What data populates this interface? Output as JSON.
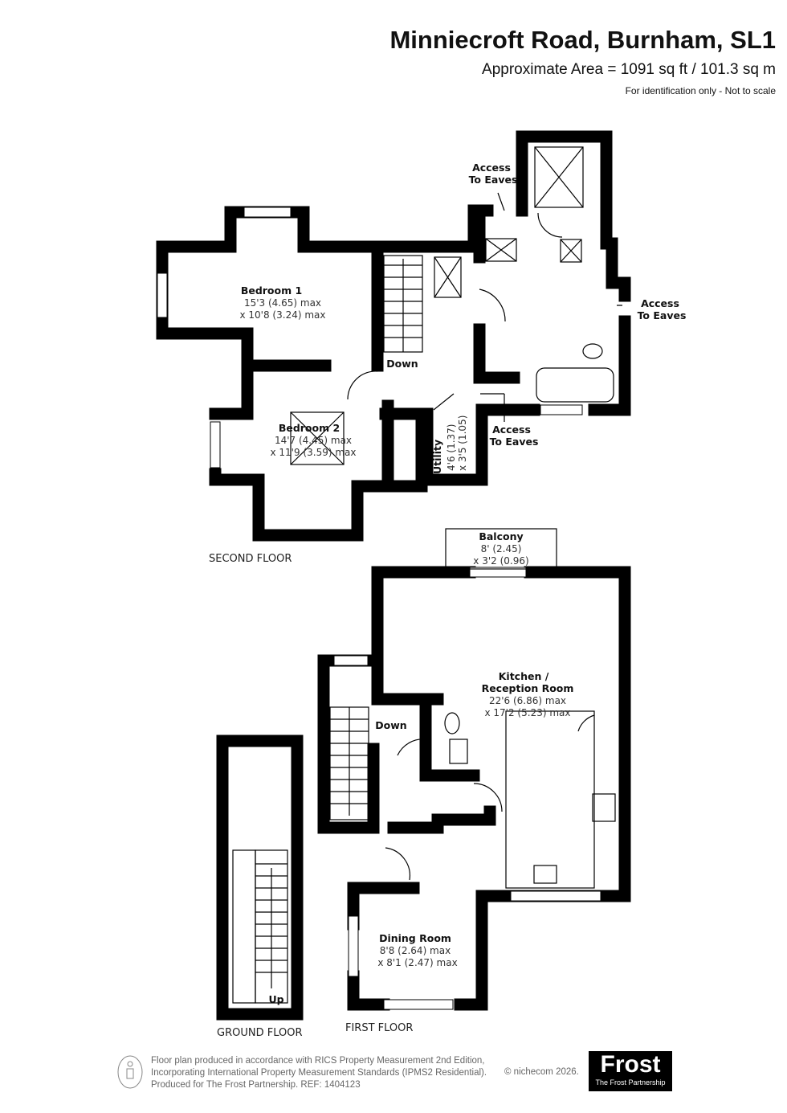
{
  "header": {
    "title": "Minniecroft Road, Burnham, SL1",
    "area": "Approximate Area = 1091 sq ft / 101.3 sq m",
    "disclaimer": "For identification only - Not to scale"
  },
  "second_floor": {
    "label": "SECOND FLOOR",
    "bedroom1": {
      "name": "Bedroom 1",
      "dim1": "15'3 (4.65) max",
      "dim2": "x 10'8 (3.24) max"
    },
    "bedroom2": {
      "name": "Bedroom 2",
      "dim1": "14'7 (4.45) max",
      "dim2": "x 11'9 (3.59) max"
    },
    "utility": {
      "name": "Utility",
      "dim1": "4'6 (1.37)",
      "dim2": "x 3'5 (1.05)"
    },
    "stairs": "Down",
    "eaves1": [
      "Access",
      "To Eaves"
    ],
    "eaves2": [
      "Access",
      "To Eaves"
    ],
    "eaves3": [
      "Access",
      "To Eaves"
    ]
  },
  "first_floor": {
    "label": "FIRST FLOOR",
    "balcony": {
      "name": "Balcony",
      "dim1": "8' (2.45)",
      "dim2": "x 3'2 (0.96)"
    },
    "kitchen": {
      "name1": "Kitchen /",
      "name2": "Reception Room",
      "dim1": "22'6 (6.86) max",
      "dim2": "x 17'2 (5.23) max"
    },
    "dining": {
      "name": "Dining Room",
      "dim1": "8'8 (2.64) max",
      "dim2": "x 8'1 (2.47) max"
    },
    "stairs": "Down"
  },
  "ground_floor": {
    "label": "GROUND FLOOR",
    "stairs": "Up"
  },
  "footer": {
    "lines": [
      "Floor plan produced in accordance with RICS Property Measurement 2nd Edition,",
      "Incorporating International Property Measurement Standards (IPMS2 Residential).",
      "Produced for The Frost Partnership.   REF:  1404123"
    ],
    "copyright": "© nichecom 2026.",
    "logo": {
      "main": "Frost",
      "sub": "The Frost Partnership"
    }
  }
}
